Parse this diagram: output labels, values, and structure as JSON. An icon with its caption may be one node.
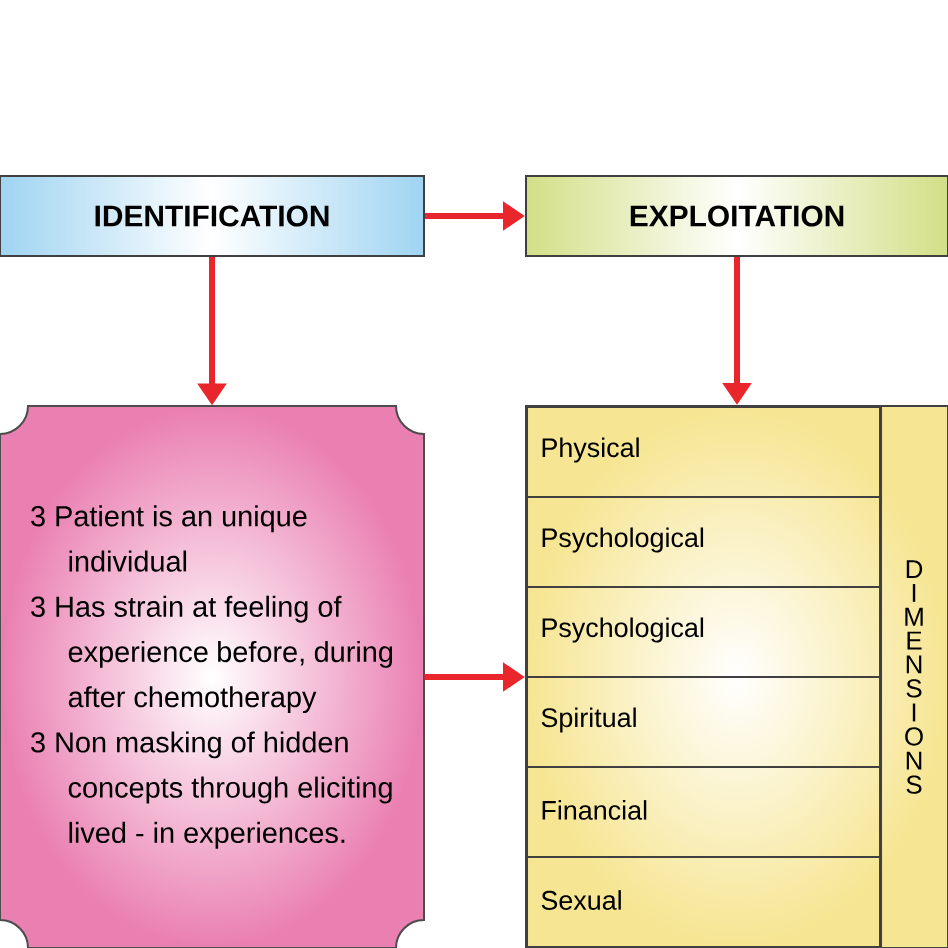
{
  "diagram": {
    "nodes": [
      {
        "text": [
          "IDENTIFICATION"
        ]
      },
      {
        "text": [
          "EXPLOITATION"
        ]
      },
      {
        "text": [
          "3 Patient is an unique individual",
          "3 Has strain at feeling of experience before, during after chemotherapy",
          "3 Non masking of hidden concepts through eliciting lived - in experiences."
        ]
      },
      {
        "text": [
          "DIMENSIONS"
        ]
      },
      {
        "text": [
          "Physical"
        ],
        "in": 3
      },
      {
        "text": [
          "Psychological"
        ],
        "in": 3
      },
      {
        "text": [
          "Psychological"
        ],
        "in": 3
      },
      {
        "text": [
          "Spiritual"
        ],
        "in": 3
      },
      {
        "text": [
          "Financial"
        ],
        "in": 3
      },
      {
        "text": [
          "Sexual"
        ],
        "in": 3
      }
    ],
    "edges": [
      {
        "from": 0,
        "to": 1,
        "arrow": "to"
      },
      {
        "from": 0,
        "to": 2,
        "arrow": "to"
      },
      {
        "from": 1,
        "to": 3,
        "arrow": "to"
      },
      {
        "from": 2,
        "to": 3,
        "arrow": "to"
      }
    ]
  }
}
